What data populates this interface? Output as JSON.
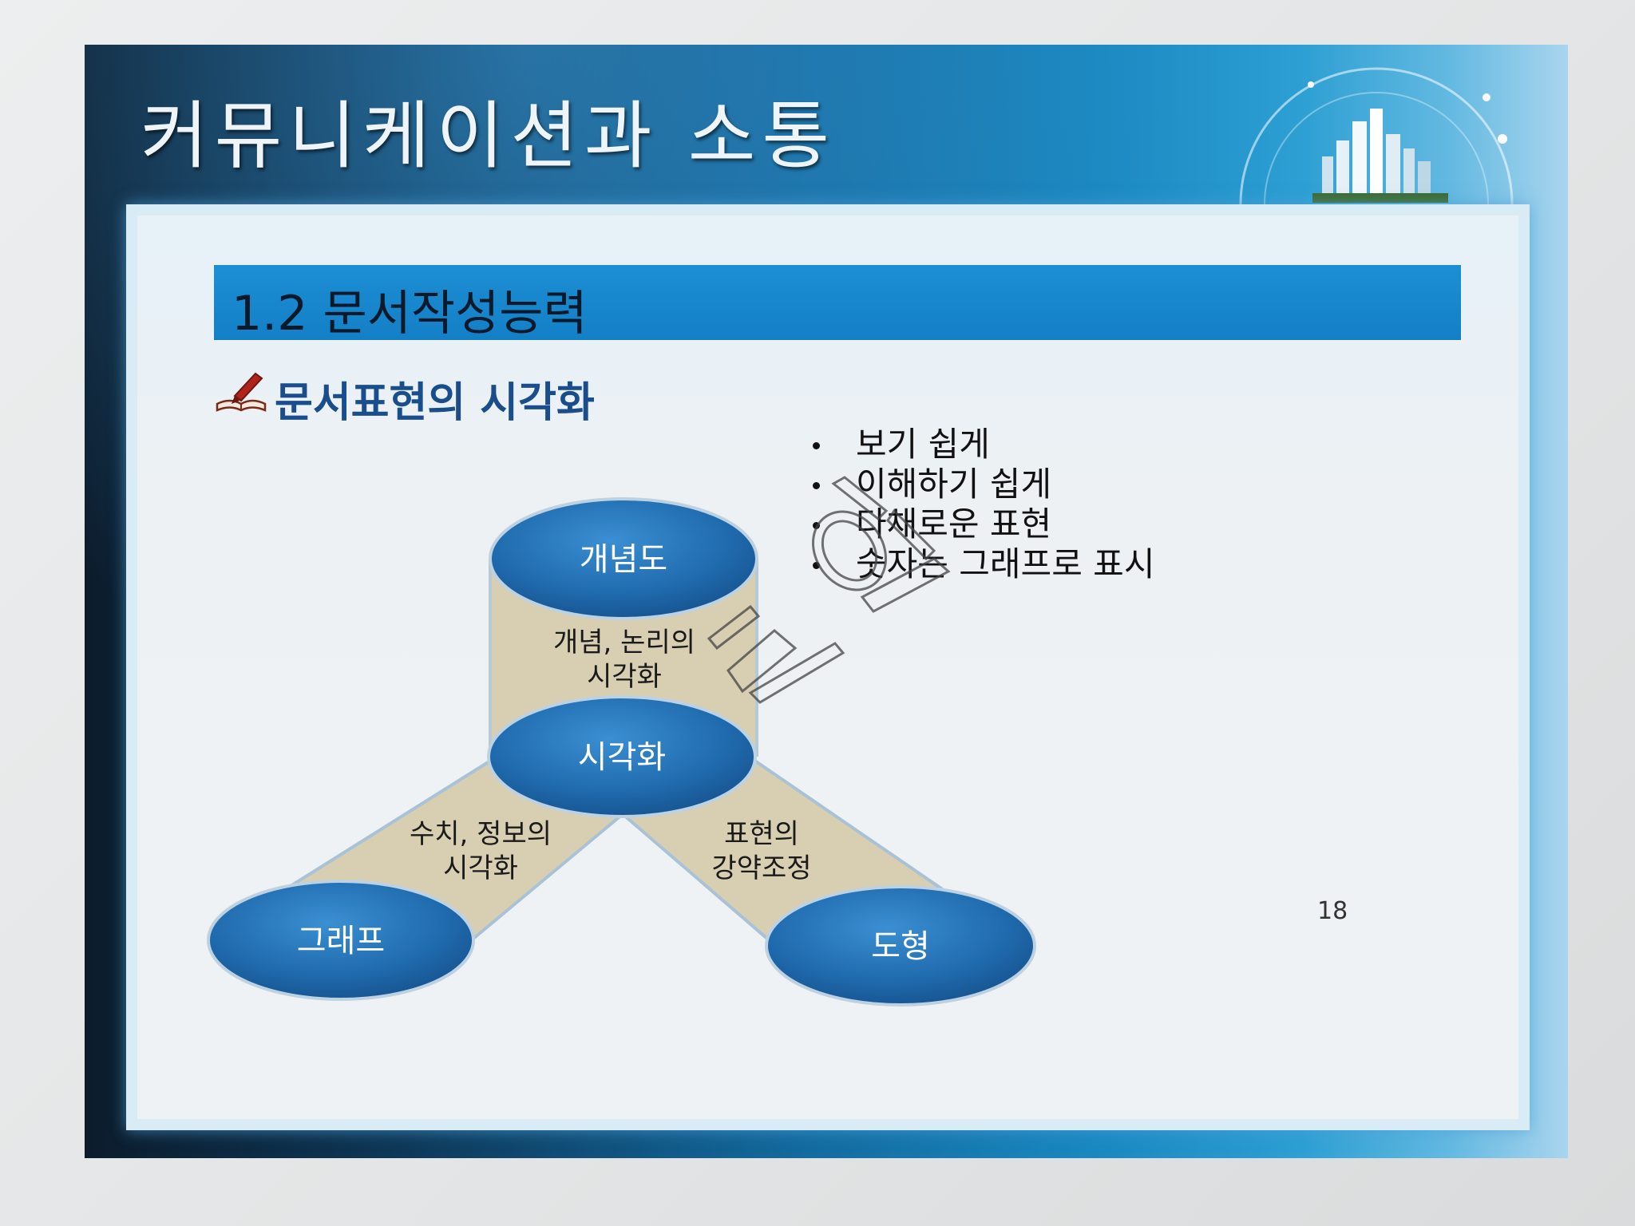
{
  "slide": {
    "title": "커뮤니케이션과 소통",
    "section_title": "1.2 문서작성능력",
    "subheading": "문서표현의 시각화",
    "page_number": "18"
  },
  "diagram": {
    "nodes": {
      "top": "개념도",
      "center": "시각화",
      "left": "그래프",
      "right": "도형"
    },
    "connectors": {
      "vertical": [
        "개념, 논리의",
        "시각화"
      ],
      "left": [
        "수치, 정보의",
        "시각화"
      ],
      "right": [
        "표현의",
        "강약조정"
      ]
    }
  },
  "bullets": [
    "보기 쉽게",
    "이해하기 쉽게",
    "다채로운 표현",
    "숫자는 그래프로 표시"
  ],
  "colors": {
    "node_fill": "#1f6aad",
    "connector_fill": "#d8cfb3",
    "section_bar": "#1789cf",
    "subheading": "#1a4d8c"
  },
  "icons": {
    "subheading_icon": "book-pen-icon"
  }
}
